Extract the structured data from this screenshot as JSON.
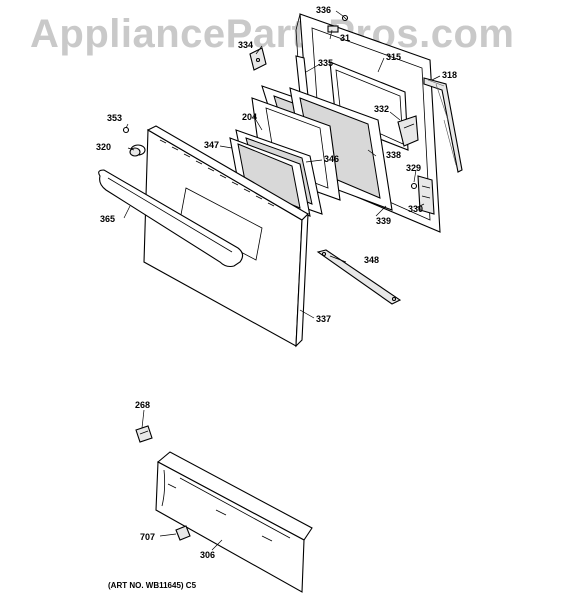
{
  "watermark": "AppliancePartsPros.com",
  "art_number": "(ART NO. WB11645) C5",
  "labels": {
    "p336": "336",
    "p334": "334",
    "p331": "31",
    "p335": "335",
    "p315": "315",
    "p318": "318",
    "p353": "353",
    "p332": "332",
    "p204": "204",
    "p320": "320",
    "p347": "347",
    "p346": "346",
    "p338": "338",
    "p329": "329",
    "p365": "365",
    "p330": "330",
    "p339": "339",
    "p348": "348",
    "p337": "337",
    "p268": "268",
    "p707": "707",
    "p306": "306"
  }
}
